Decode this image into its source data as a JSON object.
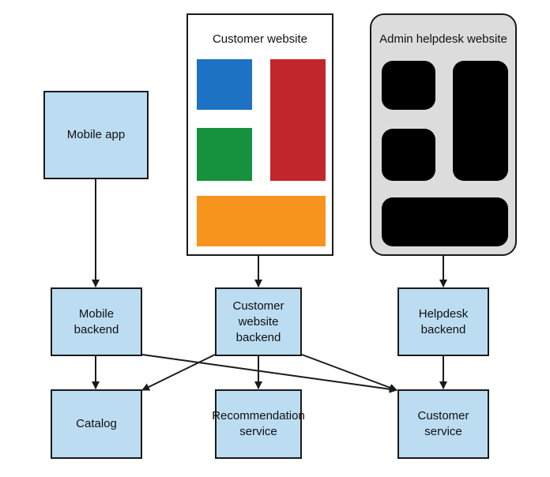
{
  "nodes": {
    "mobile_app": "Mobile app",
    "mobile_backend": "Mobile backend",
    "customer_website_backend": "Customer website backend",
    "helpdesk_backend": "Helpdesk backend",
    "catalog": "Catalog",
    "recommendation_service": "Recommendation service",
    "customer_service": "Customer service"
  },
  "frames": {
    "customer_website": {
      "title": "Customer website",
      "block_colors": [
        "#1d72c3",
        "#c1272d",
        "#16913d",
        "#f7941d"
      ]
    },
    "admin_helpdesk": {
      "title": "Admin helpdesk website",
      "background": "#dcdcdc",
      "block_color": "#000000"
    }
  },
  "colors": {
    "node_fill": "#bcdcf2",
    "stroke": "#1a1a1a"
  }
}
